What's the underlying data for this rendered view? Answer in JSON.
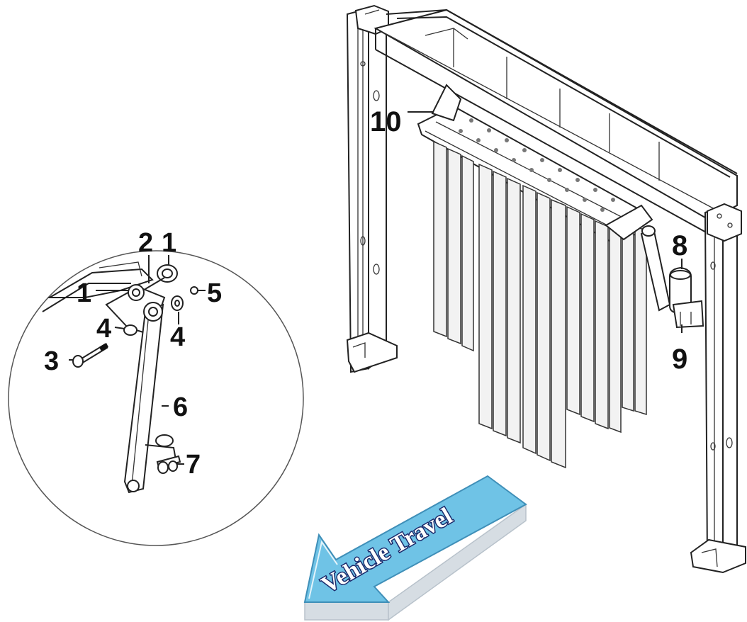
{
  "labels": {
    "l1a": "1",
    "l1b": "1",
    "l2": "2",
    "l3": "3",
    "l4a": "4",
    "l4b": "4",
    "l5": "5",
    "l6": "6",
    "l7": "7",
    "l8": "8",
    "l9": "9",
    "l10": "10"
  },
  "arrow": {
    "text": "Vehicle Travel",
    "color": "#6fc3e6",
    "edge_color": "#1b2a6b"
  },
  "colors": {
    "line": "#222222",
    "background": "#ffffff"
  }
}
